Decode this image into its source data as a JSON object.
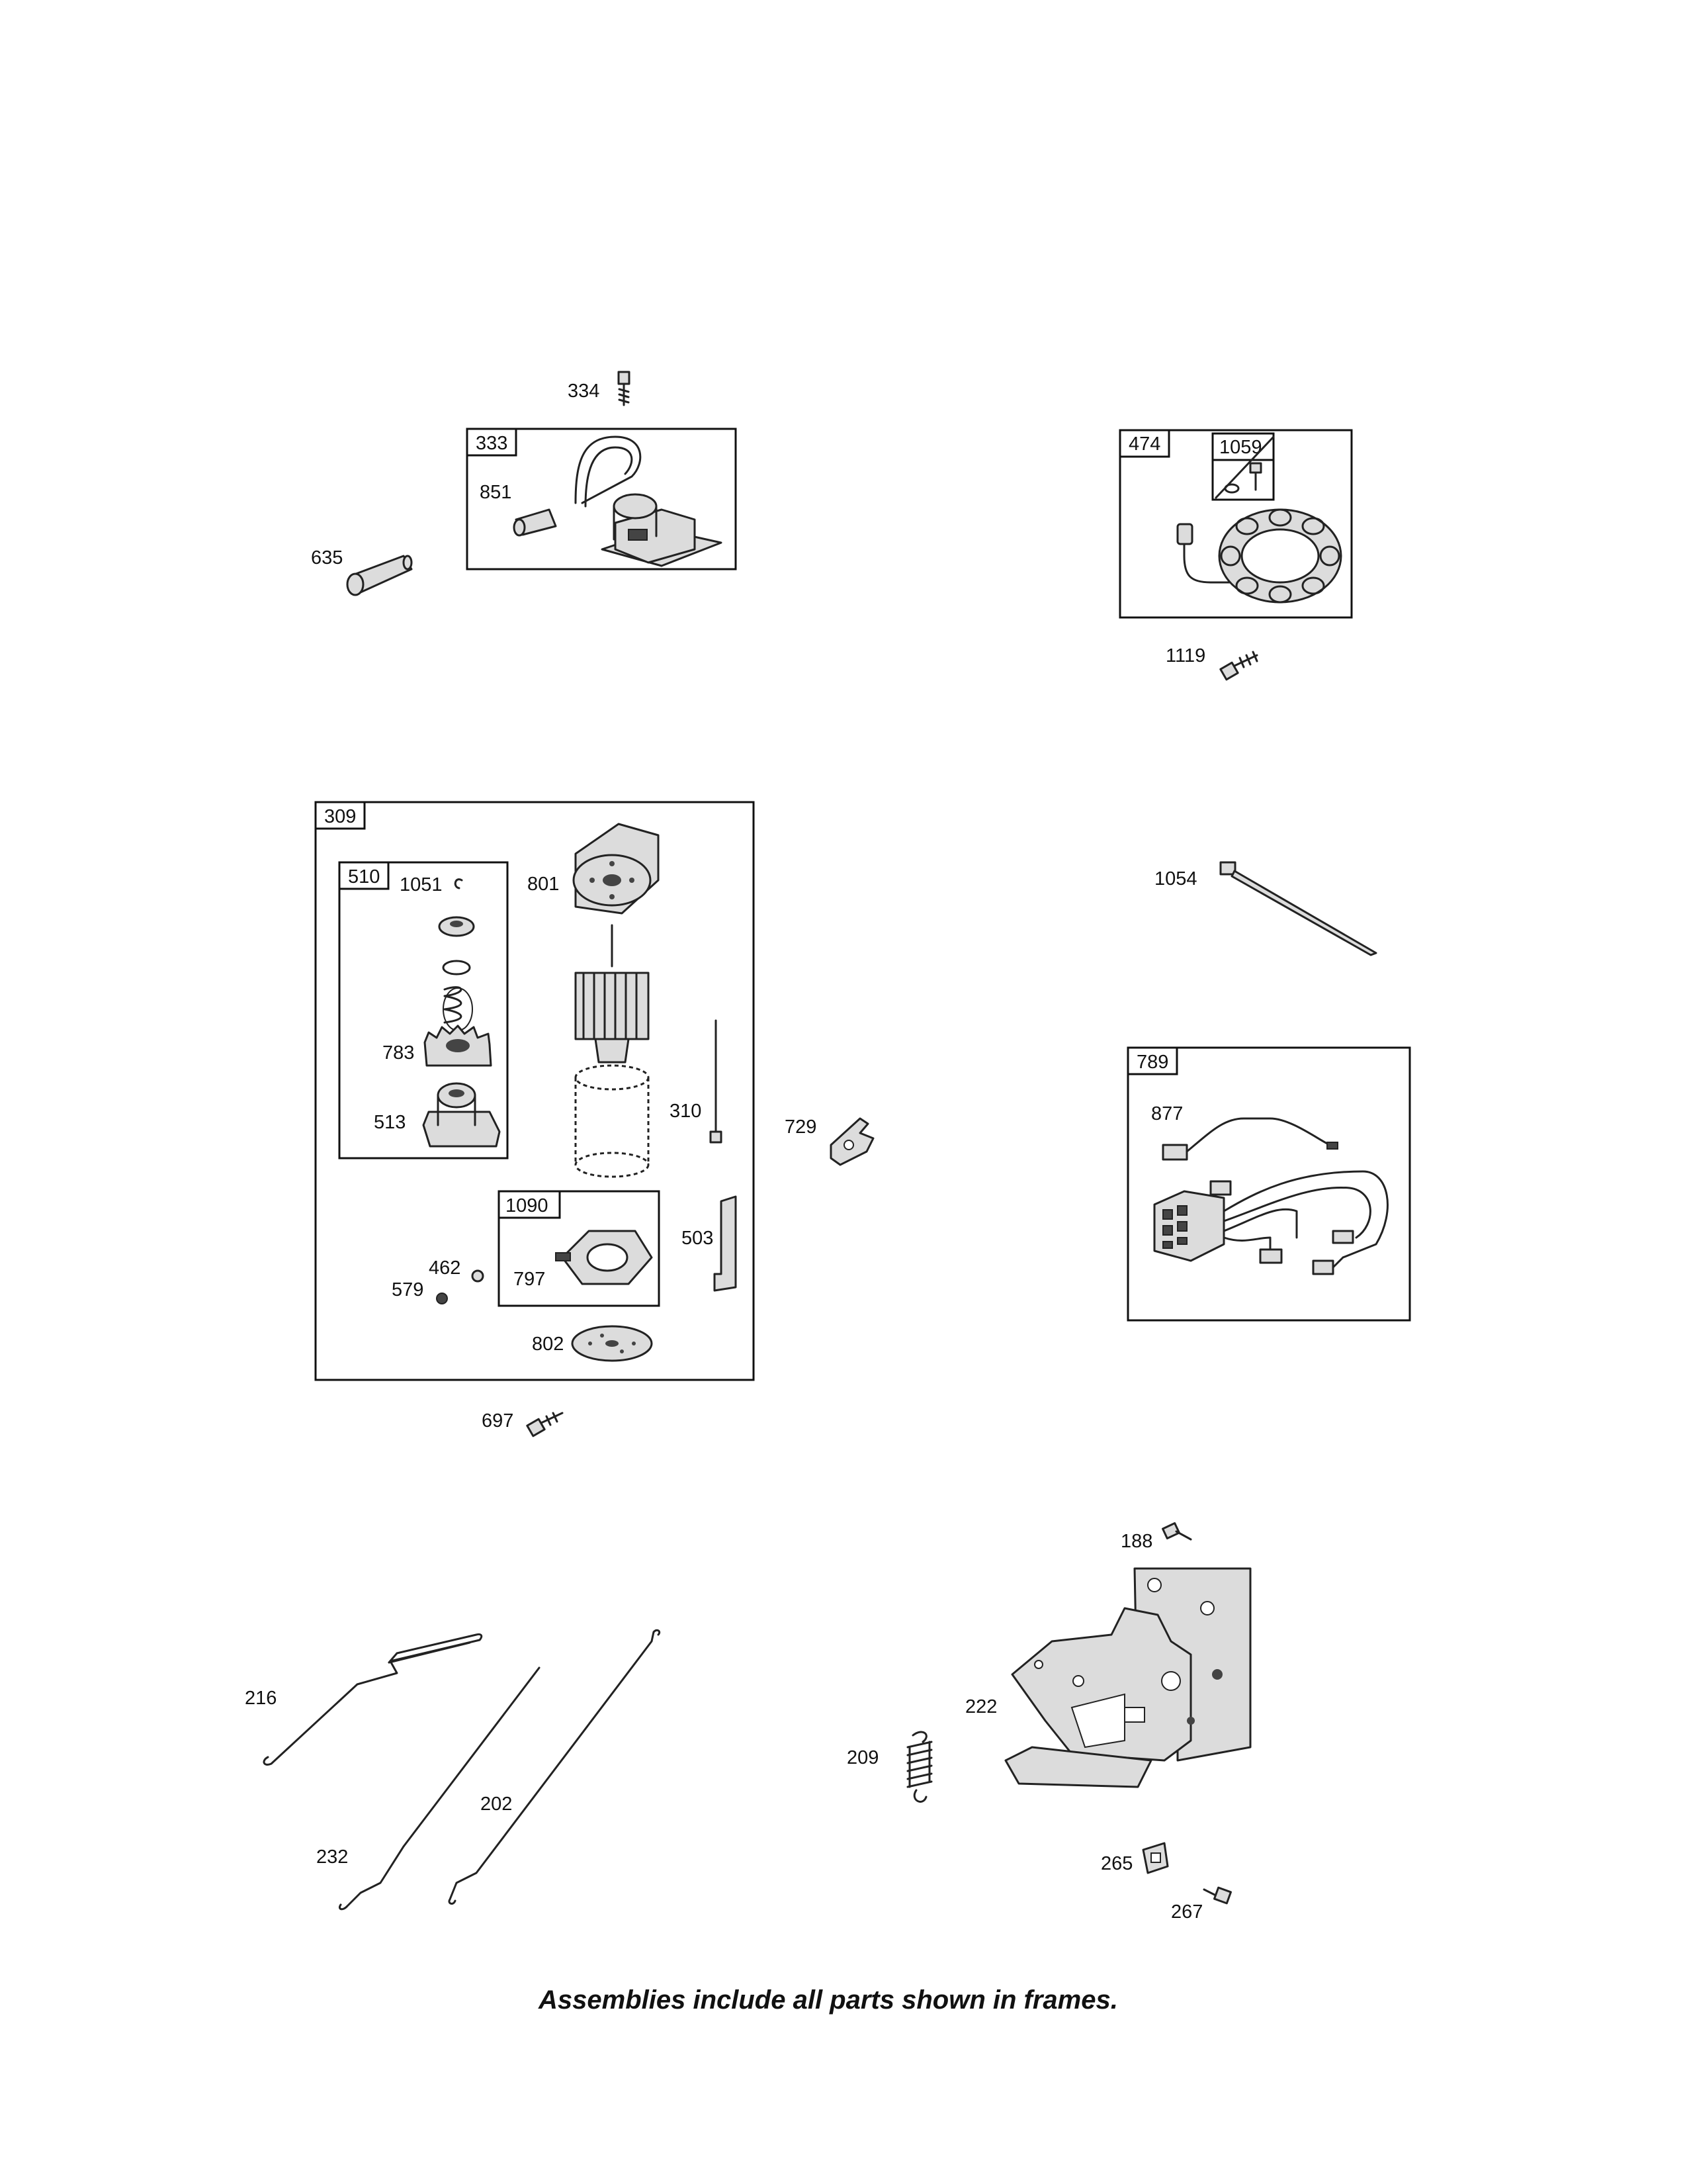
{
  "callouts": {
    "p334": "334",
    "p333": "333",
    "p851": "851",
    "p635": "635",
    "p474": "474",
    "p1059": "1059",
    "p1119": "1119",
    "p309": "309",
    "p510": "510",
    "p1051": "1051",
    "p801": "801",
    "p783": "783",
    "p513": "513",
    "p310": "310",
    "p729": "729",
    "p1090": "1090",
    "p462": "462",
    "p579": "579",
    "p797": "797",
    "p503": "503",
    "p802": "802",
    "p697": "697",
    "p1054": "1054",
    "p789": "789",
    "p877": "877",
    "p188": "188",
    "p222": "222",
    "p209": "209",
    "p265": "265",
    "p267": "267",
    "p216": "216",
    "p232": "232",
    "p202": "202"
  },
  "caption": "Assemblies include all parts shown in frames."
}
